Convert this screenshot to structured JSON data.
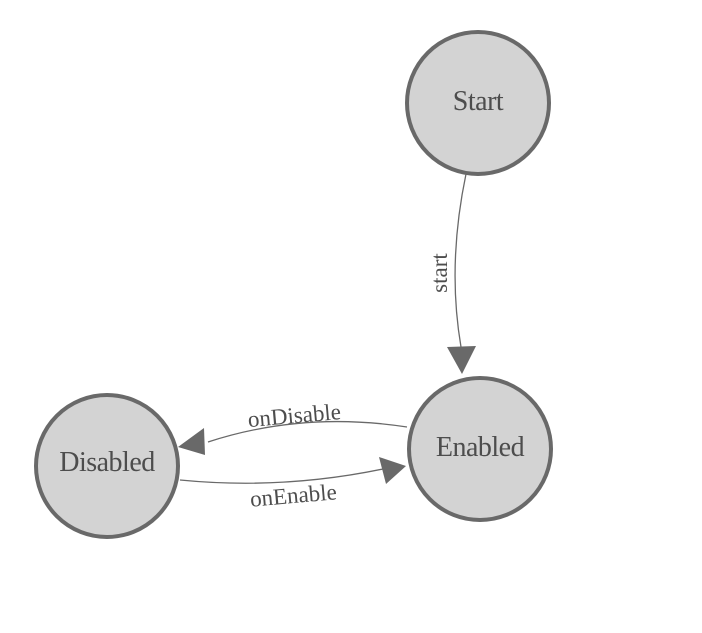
{
  "diagram": {
    "type": "state-machine",
    "colors": {
      "background": "#ffffff",
      "node_fill": "#d3d3d3",
      "node_stroke": "#696969",
      "edge_color": "#696969",
      "arrowhead_fill": "#696969",
      "label_color": "#4d4d4d"
    },
    "nodes": [
      {
        "id": "start",
        "label": "Start"
      },
      {
        "id": "enabled",
        "label": "Enabled"
      },
      {
        "id": "disabled",
        "label": "Disabled"
      }
    ],
    "edges": [
      {
        "from": "Start",
        "to": "Enabled",
        "label": "start"
      },
      {
        "from": "Enabled",
        "to": "Disabled",
        "label": "onDisable"
      },
      {
        "from": "Disabled",
        "to": "Enabled",
        "label": "onEnable"
      }
    ]
  }
}
